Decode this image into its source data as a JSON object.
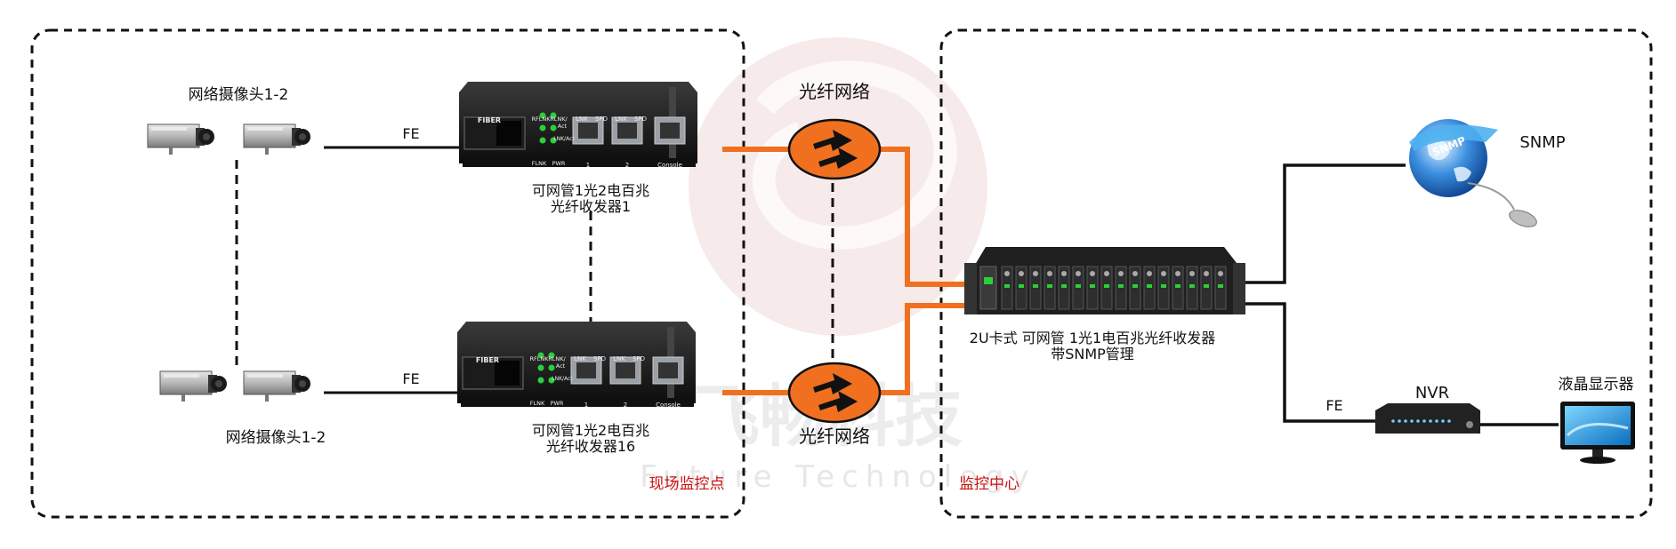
{
  "zones": {
    "site": "现场监控点",
    "center": "监控中心"
  },
  "cameras": {
    "top_label": "网络摄像头1-2",
    "bottom_label": "网络摄像头1-2"
  },
  "links": {
    "fe_top": "FE",
    "fe_bottom": "FE",
    "fe_nvr": "FE"
  },
  "converters": {
    "top": {
      "line1": "可网管1光2电百兆",
      "line2": "光纤收发器1"
    },
    "bottom": {
      "line1": "可网管1光2电百兆",
      "line2": "光纤收发器16"
    },
    "panel": {
      "fiber": "FIBER",
      "rflnk": "RFLNK",
      "rlnk": "RLNK/",
      "act": "Act",
      "lnk_act": "LNK/Act",
      "flnk": "FLNK",
      "pwr": "PWR",
      "lnk": "LNK",
      "spd": "SPD",
      "port1": "1",
      "port2": "2",
      "console": "Console"
    }
  },
  "network": {
    "top": "光纤网络",
    "bottom": "光纤网络"
  },
  "chassis": {
    "line1": "2U卡式 可网管 1光1电百兆光纤收发器",
    "line2": "带SNMP管理"
  },
  "devices": {
    "snmp": "SNMP",
    "snmp_globe": "SNMP",
    "nvr": "NVR",
    "monitor": "液晶显示器"
  },
  "watermark": {
    "cn": "飞畅科技",
    "en": "Future Technology"
  },
  "colors": {
    "fiber": "#f07020",
    "cable": "#111111",
    "zone_label": "#cc1111"
  }
}
